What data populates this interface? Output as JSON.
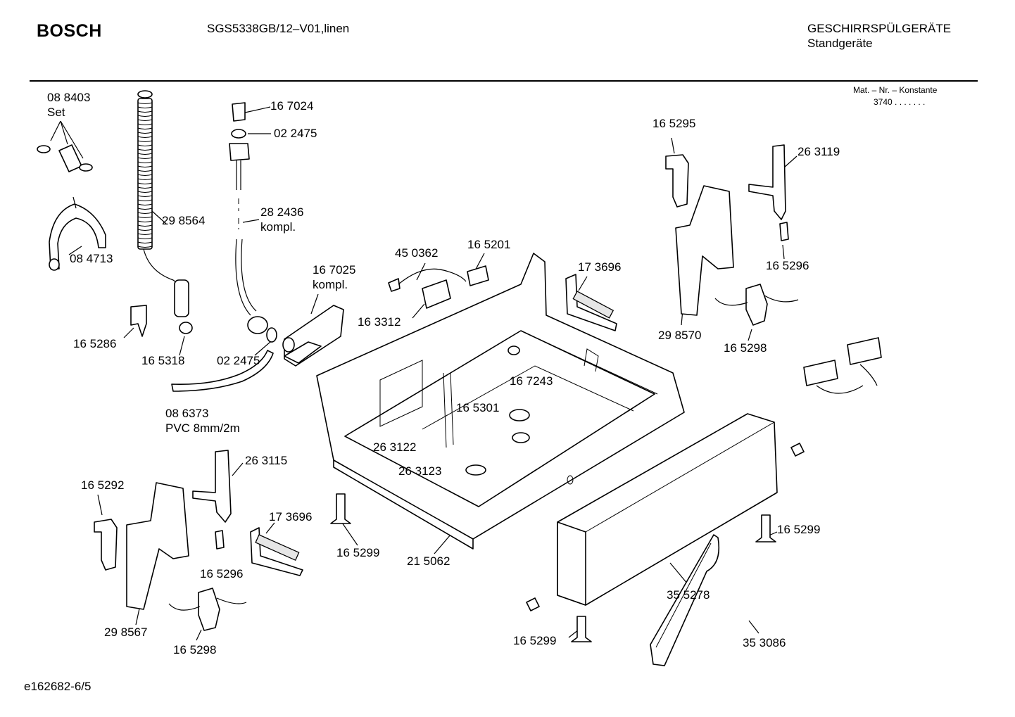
{
  "header": {
    "brand": "BOSCH",
    "model": "SGS5338GB/12–V01,linen",
    "category_line1": "GESCHIRRSPÜLGERÄTE",
    "category_line2": "Standgeräte",
    "mat_label": "Mat. – Nr. – Konstante",
    "mat_value": "3740  .  .  .   .  .  .  ."
  },
  "footer": {
    "code": "e162682-6/5"
  },
  "parts": [
    {
      "label": "08 8403"
    },
    {
      "label": "Set"
    },
    {
      "label": "08 4713"
    },
    {
      "label": "29 8564"
    },
    {
      "label": "16 7024"
    },
    {
      "label": "02 2475"
    },
    {
      "label": "28 2436"
    },
    {
      "label": "kompl."
    },
    {
      "label": "16 5286"
    },
    {
      "label": "16 5318"
    },
    {
      "label": "02 2475"
    },
    {
      "label": "08 6373"
    },
    {
      "label": "PVC 8mm/2m"
    },
    {
      "label": "16 7025"
    },
    {
      "label": "kompl."
    },
    {
      "label": "45 0362"
    },
    {
      "label": "16 5201"
    },
    {
      "label": "16 3312"
    },
    {
      "label": "17 3696"
    },
    {
      "label": "16 5295"
    },
    {
      "label": "26 3119"
    },
    {
      "label": "16 5296"
    },
    {
      "label": "29 8570"
    },
    {
      "label": "16 5298"
    },
    {
      "label": "16 7243"
    },
    {
      "label": "16 5301"
    },
    {
      "label": "26 3122"
    },
    {
      "label": "26 3123"
    },
    {
      "label": "16 5292"
    },
    {
      "label": "26 3115"
    },
    {
      "label": "17 3696"
    },
    {
      "label": "16 5296"
    },
    {
      "label": "29 8567"
    },
    {
      "label": "16 5298"
    },
    {
      "label": "16 5299"
    },
    {
      "label": "21 5062"
    },
    {
      "label": "16 5299"
    },
    {
      "label": "35 5278"
    },
    {
      "label": "16 5299"
    },
    {
      "label": "35 3086"
    }
  ]
}
